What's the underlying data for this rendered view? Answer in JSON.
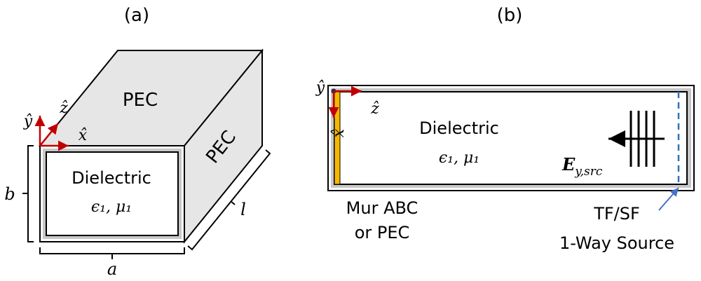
{
  "panels": {
    "a": {
      "label": "(a)",
      "top_face": "PEC",
      "side_face": "PEC",
      "front_title": "Dielectric",
      "front_params": "ϵ₁, μ₁",
      "dim_width": "a",
      "dim_height": "b",
      "dim_length": "l",
      "axis_x": "x̂",
      "axis_y": "ŷ",
      "axis_z": "ẑ"
    },
    "b": {
      "label": "(b)",
      "title": "Dielectric",
      "params": "ϵ₁, μ₁",
      "axis_y": "ŷ",
      "axis_z": "ẑ",
      "axis_x": "x̂",
      "source_field": "E",
      "source_sub": "y,src",
      "left_label_line1": "Mur ABC",
      "left_label_line2": "or PEC",
      "right_label_line1": "TF/SF",
      "right_label_line2": "1-Way Source"
    }
  },
  "colors": {
    "face_fill": "#e6e6e6",
    "axis_arrow": "#c00000",
    "boundary_layer": "#f5b800",
    "source_line": "#2e75b6"
  }
}
